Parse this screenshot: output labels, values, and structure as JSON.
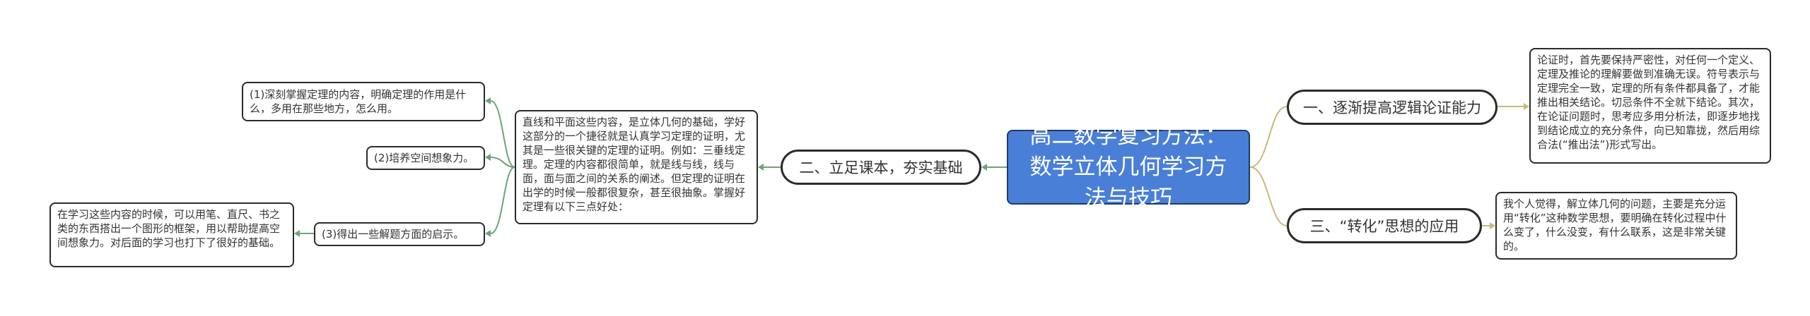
{
  "root": {
    "title": "高二数学复习方法：数学立体几何学习方法与技巧"
  },
  "left": {
    "branch": {
      "label": "二、立足课本，夯实基础"
    },
    "detail": {
      "text": "直线和平面这些内容，是立体几何的基础，学好这部分的一个捷径就是认真学习定理的证明，尤其是一些很关键的定理的证明。例如：三垂线定理。定理的内容都很简单，就是线与线，线与面，面与面之间的关系的阐述。但定理的证明在出学的时候一般都很复杂，甚至很抽象。掌握好定理有以下三点好处："
    },
    "points": [
      {
        "text": "(1)深刻掌握定理的内容，明确定理的作用是什么，多用在那些地方，怎么用。"
      },
      {
        "text": "(2)培养空间想象力。"
      },
      {
        "text": "(3)得出一些解题方面的启示。"
      }
    ],
    "sub_detail": {
      "text": "在学习这些内容的时候，可以用笔、直尺、书之类的东西搭出一个图形的框架，用以帮助提高空间想象力。对后面的学习也打下了很好的基础。"
    }
  },
  "right": {
    "branch1": {
      "label": "一、逐渐提高逻辑论证能力"
    },
    "detail1": {
      "text": "论证时，首先要保持严密性，对任何一个定义、定理及推论的理解要做到准确无误。符号表示与定理完全一致，定理的所有条件都具备了，才能推出相关结论。切忌条件不全就下结论。其次，在论证问题时，思考应多用分析法，即逐步地找到结论成立的充分条件，向已知靠拢，然后用综合法(“推出法”)形式写出。"
    },
    "branch2": {
      "label": "三、“转化”思想的应用"
    },
    "detail2": {
      "text": "我个人觉得，解立体几何的问题，主要是充分运用“转化”这种数学思想，要明确在转化过程中什么变了，什么没变，有什么联系，这是非常关键的。"
    }
  },
  "colors": {
    "root_fill": "#4a7fd8",
    "left_link": "#6fa37a",
    "right_link": "#c9b97a"
  }
}
